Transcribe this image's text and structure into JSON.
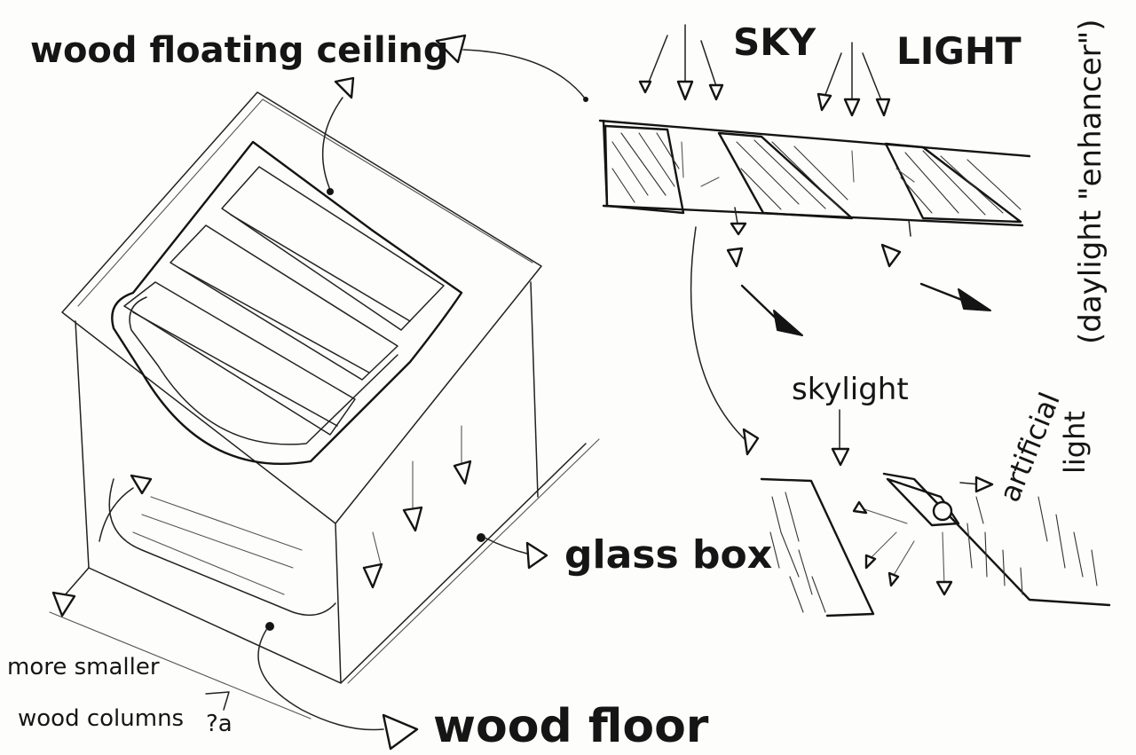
{
  "labels": {
    "wood_floating_ceiling": "wood floating ceiling",
    "sky": "SKY",
    "light": "LIGHT",
    "daylight_enhancer": "(daylight \"enhancer\")",
    "skylight": "skylight",
    "artificial": "artificial",
    "light_vertical": "light",
    "glass_box": "glass box",
    "more_smaller": "more smaller",
    "wood_columns": "wood columns",
    "question_marks": "?a",
    "wood_floor": "wood floor"
  }
}
